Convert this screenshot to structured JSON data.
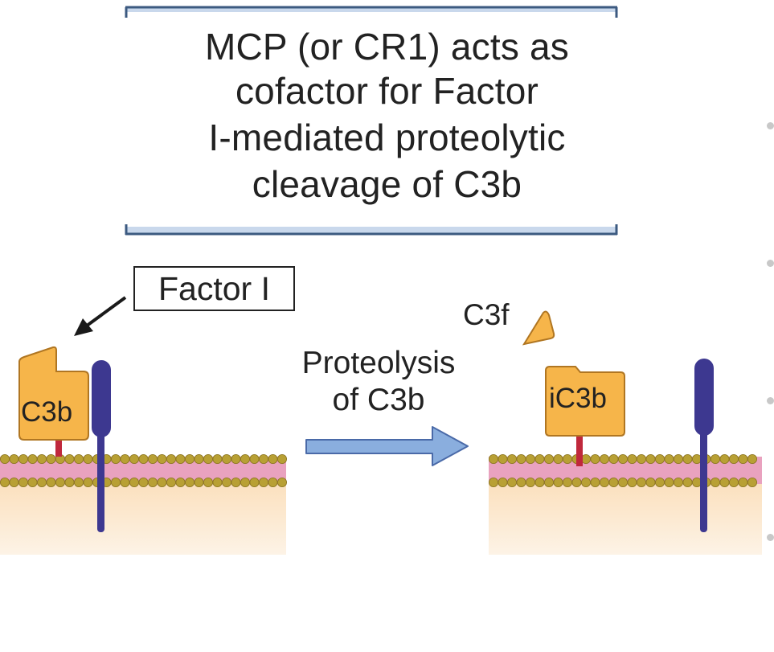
{
  "title": {
    "lines": [
      "MCP (or CR1) acts as",
      "cofactor for Factor",
      "I-mediated proteolytic",
      "cleavage of C3b"
    ]
  },
  "labels": {
    "factor_i": "Factor I",
    "c3b": "C3b",
    "c3f": "C3f",
    "proteolysis_line1": "Proteolysis",
    "proteolysis_line2": "of C3b",
    "ic3b": "iC3b"
  },
  "colors": {
    "frame_line": "#3c5a80",
    "frame_fill": "#c9d8ec",
    "protein_orange": "#f6b54a",
    "protein_stroke": "#b07622",
    "receptor": "#3d3890",
    "stalk": "#c0283c",
    "lipid_head": "#b8a034",
    "lipid_tail": "#e89ab8",
    "cytoplasm": "#fbe4c6",
    "arrow_fill": "#8aaede",
    "arrow_stroke": "#4a6aa8"
  }
}
